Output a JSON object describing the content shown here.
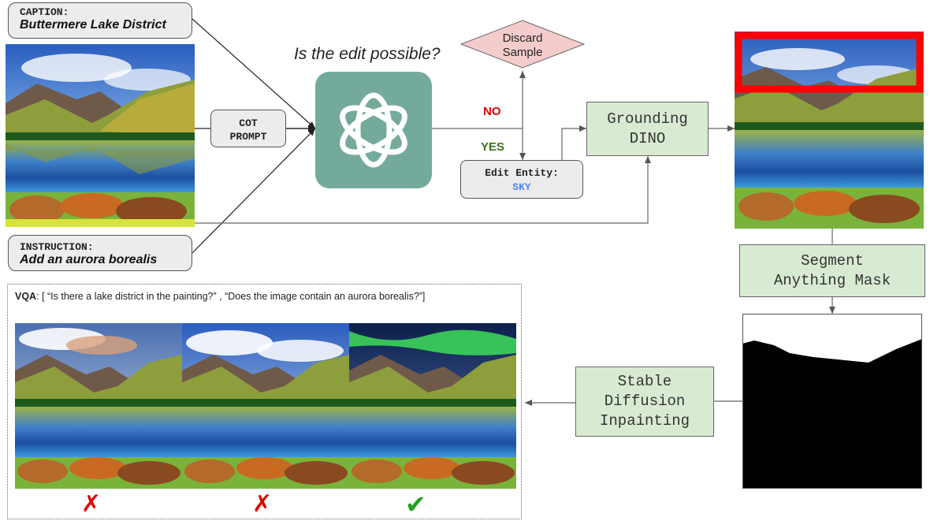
{
  "caption": {
    "label": "CAPTION:",
    "text": "Buttermere Lake District"
  },
  "instruction": {
    "label": "INSTRUCTION:",
    "text": "Add an aurora borealis"
  },
  "cot_prompt": {
    "line1": "COT",
    "line2": "PROMPT"
  },
  "question": "Is the edit possible?",
  "discard": {
    "line1": "Discard",
    "line2": "Sample"
  },
  "branch_no": "NO",
  "branch_yes": "YES",
  "edit_entity": {
    "label": "Edit Entity:",
    "value": "SKY"
  },
  "grounding": {
    "line1": "Grounding",
    "line2": "DINO"
  },
  "segment": {
    "line1": "Segment",
    "line2": "Anything Mask"
  },
  "inpaint": {
    "line1": "Stable",
    "line2": "Diffusion",
    "line3": "Inpainting"
  },
  "vqa": {
    "label": "VQA",
    "text": ": [ “Is there a lake district in the painting?” , “Does the image contain an aurora borealis?”]"
  },
  "marks": [
    "✗",
    "✗",
    "✔"
  ],
  "colors": {
    "no": "#e00000",
    "yes": "#38761d",
    "sky": "#4a86e8",
    "box_green": "#d9ead3",
    "gpt_bg": "#74aa9c",
    "discard_bg": "#f4cccc",
    "bbox_red": "#ff0000"
  },
  "icons": {
    "gpt": "openai-logo-icon"
  }
}
